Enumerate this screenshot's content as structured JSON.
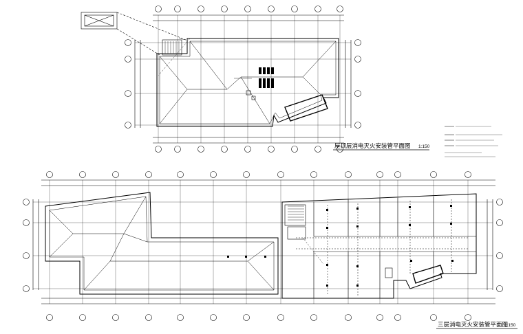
{
  "top_plan": {
    "title": "屋顶层消电灭火安装管平面图",
    "scale": "1:150"
  },
  "bottom_plan": {
    "title": "三层消电灭火安装管平面图",
    "scale": "1:150"
  },
  "colors": {
    "line": "#000000",
    "background": "#ffffff"
  }
}
